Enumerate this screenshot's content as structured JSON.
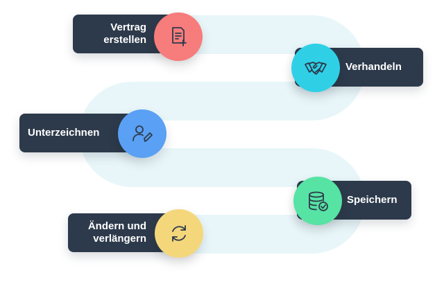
{
  "steps": [
    {
      "label_line1": "Vertrag",
      "label_line2": "erstellen",
      "icon": "document-plus-icon",
      "color": "#f77c7c"
    },
    {
      "label_line1": "Verhandeln",
      "label_line2": "",
      "icon": "handshake-icon",
      "color": "#2fd0e6"
    },
    {
      "label_line1": "Unterzeichnen",
      "label_line2": "",
      "icon": "user-sign-icon",
      "color": "#5aa0f4"
    },
    {
      "label_line1": "Speichern",
      "label_line2": "",
      "icon": "database-check-icon",
      "color": "#56e3a3"
    },
    {
      "label_line1": "Ändern und",
      "label_line2": "verlängern",
      "icon": "refresh-icon",
      "color": "#f5d77b"
    }
  ],
  "colors": {
    "pill": "#2d3a4b",
    "path": "#e8f6f9",
    "icon_stroke": "#2d3a4b"
  }
}
